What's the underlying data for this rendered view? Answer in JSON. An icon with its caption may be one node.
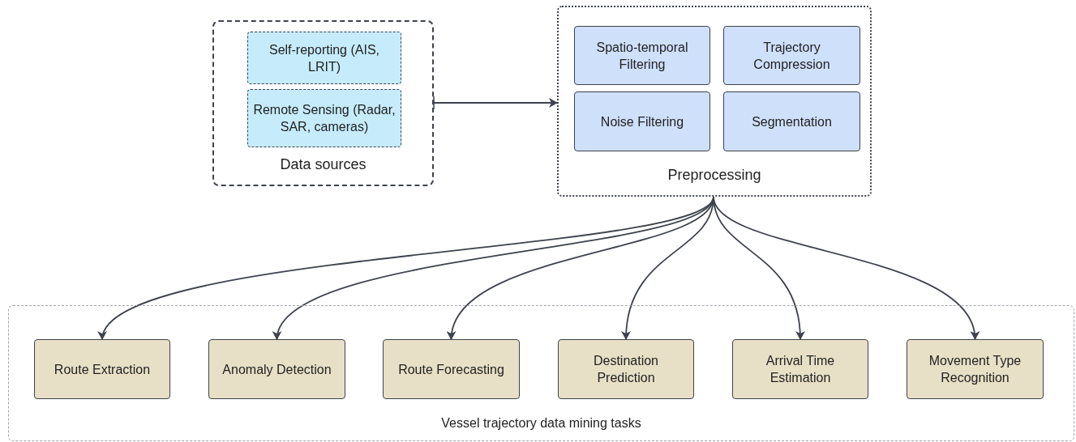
{
  "diagram": {
    "nodes": [
      {
        "text": [
          "Data sources"
        ]
      },
      {
        "text": [
          "Self-reporting (AIS, LRIT)"
        ],
        "in": 0
      },
      {
        "text": [
          "Remote Sensing (Radar, SAR, cameras)"
        ],
        "in": 0
      },
      {
        "text": [
          "Preprocessing"
        ]
      },
      {
        "text": [
          "Spatio-temporal Filtering"
        ],
        "in": 3
      },
      {
        "text": [
          "Trajectory Compression"
        ],
        "in": 3
      },
      {
        "text": [
          "Noise Filtering"
        ],
        "in": 3
      },
      {
        "text": [
          "Segmentation"
        ],
        "in": 3
      },
      {
        "text": [
          "Vessel trajectory data mining tasks"
        ]
      },
      {
        "text": [
          "Route Extraction"
        ],
        "in": 8
      },
      {
        "text": [
          "Anomaly Detection"
        ],
        "in": 8
      },
      {
        "text": [
          "Route Forecasting"
        ],
        "in": 8
      },
      {
        "text": [
          "Destination Prediction"
        ],
        "in": 8
      },
      {
        "text": [
          "Arrival Time Estimation"
        ],
        "in": 8
      },
      {
        "text": [
          "Movement Type Recognition"
        ],
        "in": 8
      }
    ],
    "edges": [
      {
        "from": 0,
        "to": 3,
        "arrow": "to"
      },
      {
        "from": 3,
        "to": 9,
        "arrow": "to"
      },
      {
        "from": 3,
        "to": 10,
        "arrow": "to"
      },
      {
        "from": 3,
        "to": 11,
        "arrow": "to"
      },
      {
        "from": 3,
        "to": 12,
        "arrow": "to"
      },
      {
        "from": 3,
        "to": 13,
        "arrow": "to"
      },
      {
        "from": 3,
        "to": 14,
        "arrow": "to"
      }
    ]
  }
}
